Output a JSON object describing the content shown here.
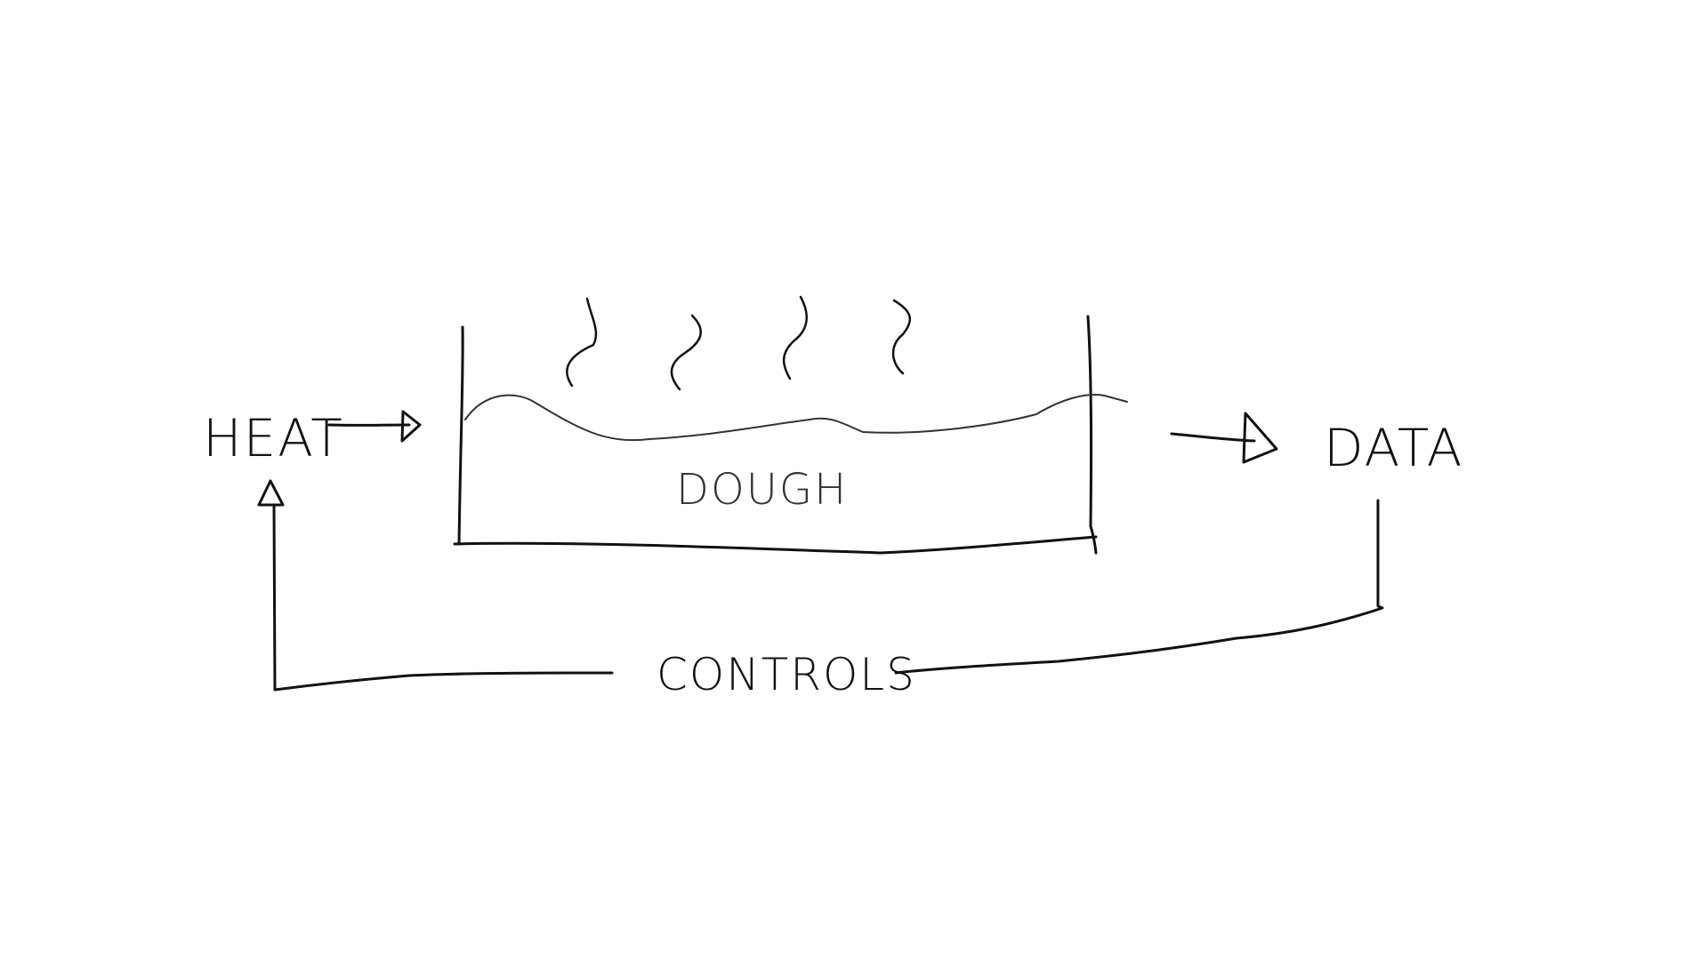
{
  "diagram": {
    "nodes": {
      "heat": "HEAT",
      "dough": "DOUGH",
      "data": "DATA",
      "controls": "CONTROLS"
    },
    "ink_color": "#111111",
    "dough_surface_color": "#333333"
  }
}
